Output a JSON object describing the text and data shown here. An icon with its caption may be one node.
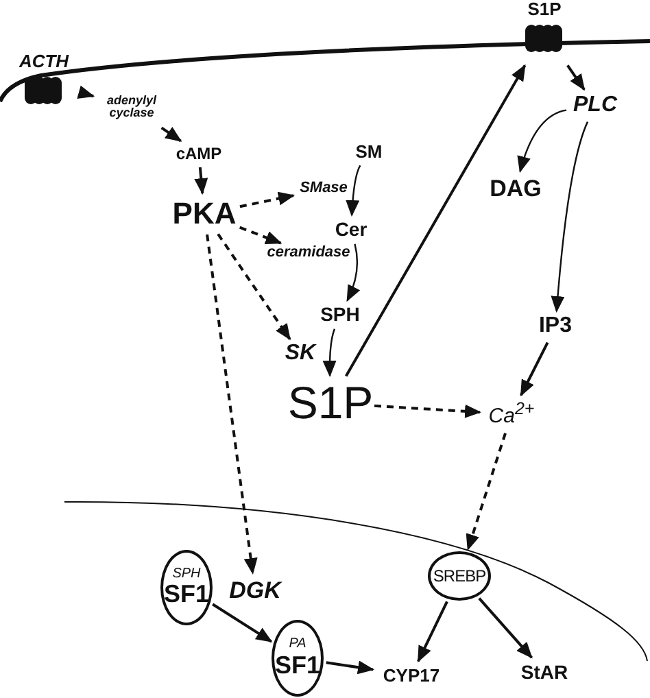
{
  "diagram": {
    "nodes": [
      {
        "text": [
          "ACTH"
        ]
      },
      {
        "text": [
          "adenylyl cyclase"
        ]
      },
      {
        "text": [
          "cAMP"
        ]
      },
      {
        "text": [
          "PKA"
        ]
      },
      {
        "text": [
          "SMase"
        ]
      },
      {
        "text": [
          "SM"
        ]
      },
      {
        "text": [
          "Cer"
        ]
      },
      {
        "text": [
          "ceramidase"
        ]
      },
      {
        "text": [
          "SPH"
        ]
      },
      {
        "text": [
          "SK"
        ]
      },
      {
        "text": [
          "S1P"
        ]
      },
      {
        "text": [
          "S1P"
        ]
      },
      {
        "text": [
          "PLC"
        ]
      },
      {
        "text": [
          "DAG"
        ]
      },
      {
        "text": [
          "IP3"
        ]
      },
      {
        "text": [
          "Ca$^{2+}$"
        ]
      },
      {
        "text": [
          "SPH",
          "SF1"
        ]
      },
      {
        "text": [
          "DGK"
        ]
      },
      {
        "text": [
          "PA",
          "SF1"
        ]
      },
      {
        "text": [
          "CYP17"
        ]
      },
      {
        "text": [
          "SREBP"
        ]
      },
      {
        "text": [
          "StAR"
        ]
      }
    ],
    "edges": [
      {
        "from": 0,
        "to": 1,
        "arrow": "to"
      },
      {
        "from": 1,
        "to": 2,
        "arrow": "to"
      },
      {
        "from": 2,
        "to": 3,
        "arrow": "to"
      },
      {
        "from": 3,
        "to": 4,
        "arrow": "to",
        "style": "dashed"
      },
      {
        "from": 3,
        "to": 7,
        "arrow": "to",
        "style": "dashed"
      },
      {
        "from": 3,
        "to": 9,
        "arrow": "to",
        "style": "dashed"
      },
      {
        "from": 3,
        "to": 17,
        "arrow": "to",
        "style": "dashed"
      },
      {
        "from": 5,
        "to": 6,
        "arrow": "to"
      },
      {
        "from": 6,
        "to": 8,
        "arrow": "to"
      },
      {
        "from": 8,
        "to": 10,
        "arrow": "to"
      },
      {
        "from": 10,
        "to": 11,
        "arrow": "to"
      },
      {
        "from": 11,
        "to": 12,
        "arrow": "to"
      },
      {
        "from": 12,
        "to": 13,
        "arrow": "to"
      },
      {
        "from": 12,
        "to": 14,
        "arrow": "to"
      },
      {
        "from": 14,
        "to": 15,
        "arrow": "to"
      },
      {
        "from": 10,
        "to": 15,
        "arrow": "to",
        "style": "dashed"
      },
      {
        "from": 15,
        "to": 20,
        "arrow": "to",
        "style": "dashed"
      },
      {
        "from": 16,
        "to": 18,
        "arrow": "to"
      },
      {
        "from": 18,
        "to": 19,
        "arrow": "to"
      },
      {
        "from": 20,
        "to": 19,
        "arrow": "to"
      },
      {
        "from": 20,
        "to": 21,
        "arrow": "to"
      }
    ]
  }
}
